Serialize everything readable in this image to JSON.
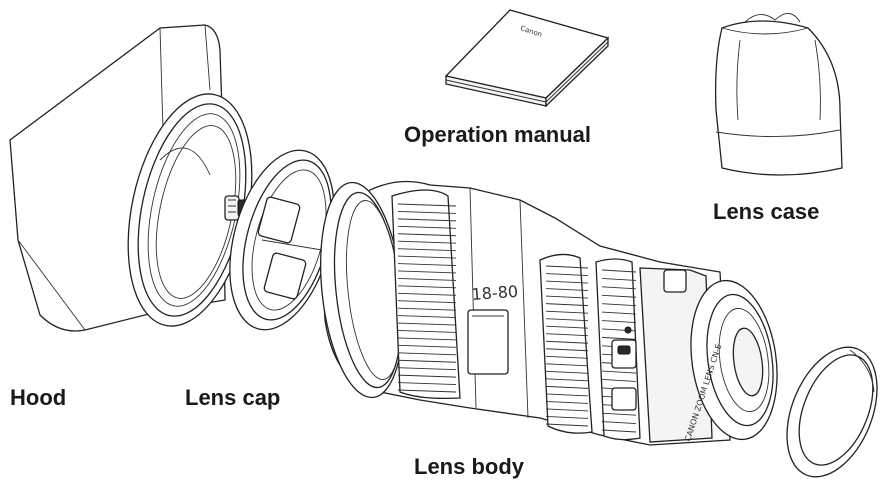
{
  "labels": {
    "hood": "Hood",
    "lens_cap": "Lens cap",
    "operation_manual": "Operation manual",
    "lens_case": "Lens case",
    "lens_body": "Lens body"
  },
  "lens_markings": {
    "focal_range": "18-80",
    "manual_brand": "Canon",
    "mount_text": "CANON ZOOM LENS CN-E"
  },
  "colors": {
    "line": "#222222",
    "background": "#ffffff"
  }
}
